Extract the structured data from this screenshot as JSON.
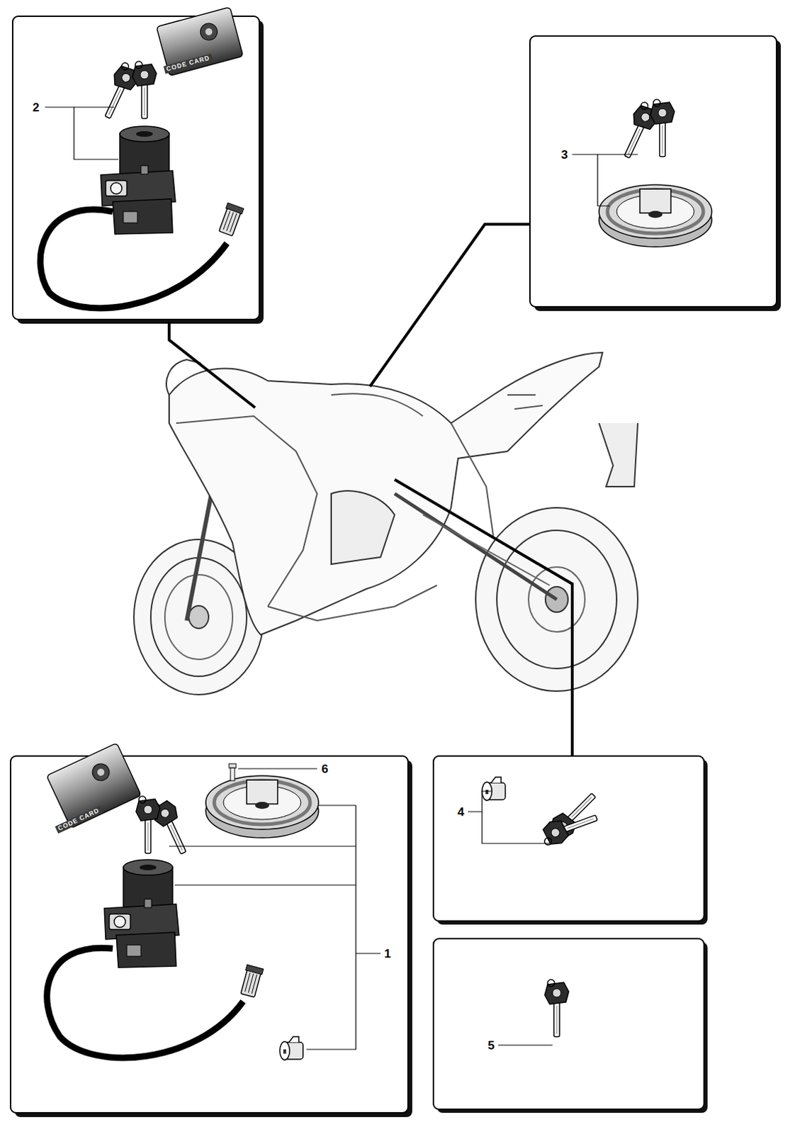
{
  "diagram": {
    "labels": [
      "2",
      "CODE CARD",
      "3",
      "4",
      "5",
      "6",
      "CODE CARD",
      "1"
    ]
  }
}
